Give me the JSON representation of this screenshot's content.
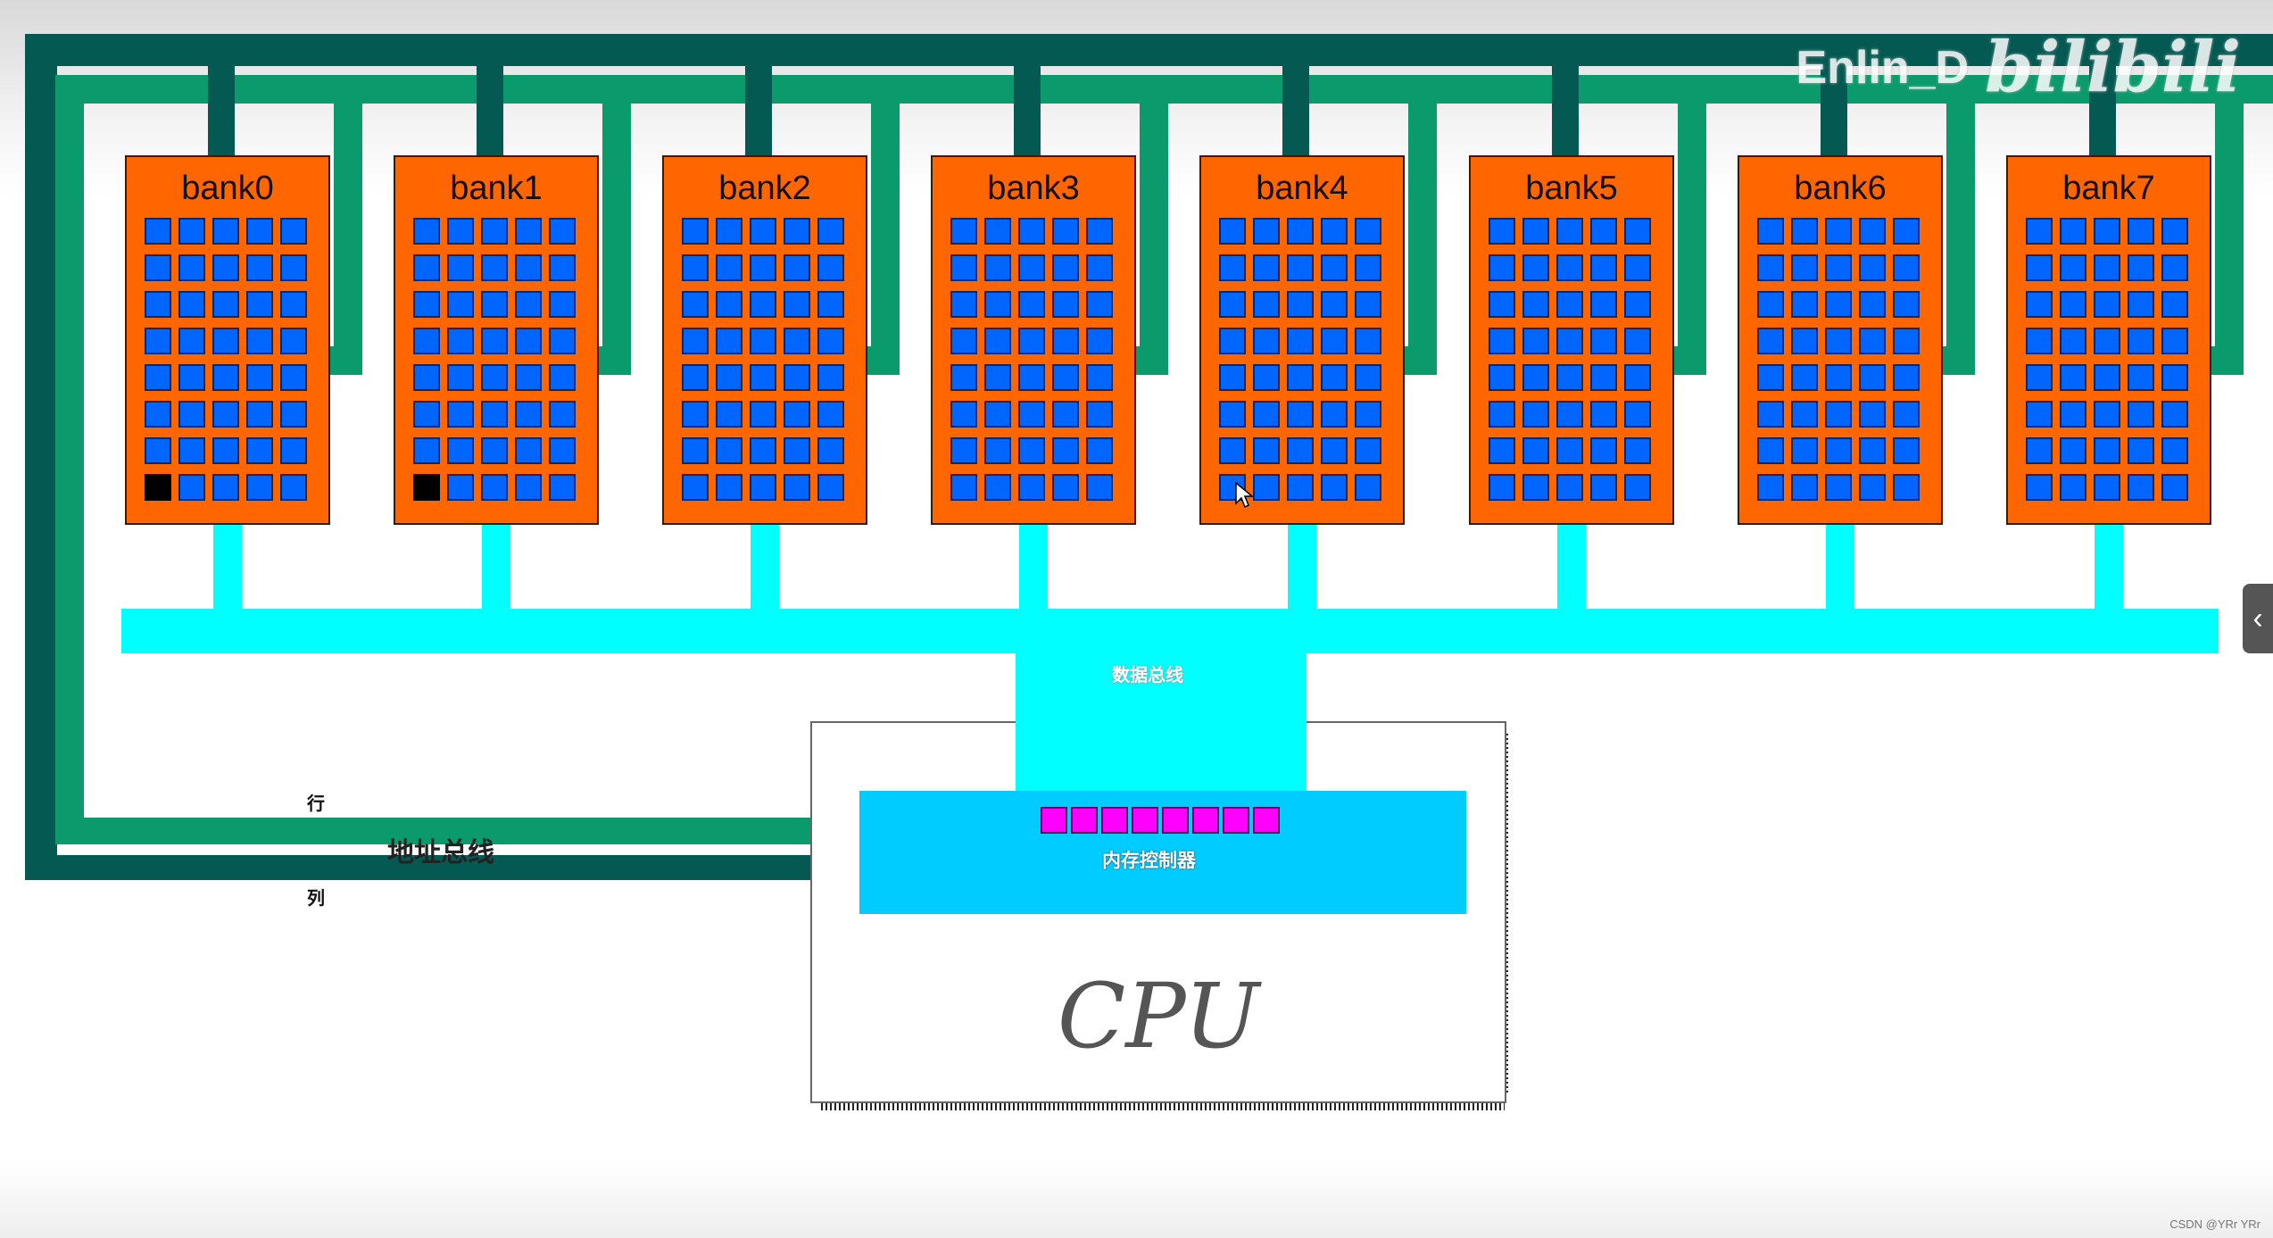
{
  "banks": [
    {
      "label": "bank0",
      "active_row": 7,
      "active_col": 0
    },
    {
      "label": "bank1",
      "active_row": 7,
      "active_col": 0
    },
    {
      "label": "bank2"
    },
    {
      "label": "bank3"
    },
    {
      "label": "bank4"
    },
    {
      "label": "bank5"
    },
    {
      "label": "bank6"
    },
    {
      "label": "bank7"
    }
  ],
  "grid": {
    "rows": 8,
    "cols": 5
  },
  "labels": {
    "data_bus": "数据总线",
    "address_bus": "地址总线",
    "row": "行",
    "column": "列",
    "memory_controller": "内存控制器",
    "cpu": "CPU"
  },
  "watermark": {
    "author": "Enlin_D",
    "logo": "bilibili"
  },
  "footer_credit": "CSDN @YRr YRr",
  "register_count": 8,
  "colors": {
    "bank": "#ff6600",
    "cell": "#0066ff",
    "active_cell": "#000000",
    "data_bus": "#00ffff",
    "row_wire": "#0a9a6c",
    "column_wire": "#045a52",
    "memory_controller": "#00ccff",
    "register": "#ff00ff"
  },
  "icons": {
    "side_tab": "chevron-left-icon"
  }
}
